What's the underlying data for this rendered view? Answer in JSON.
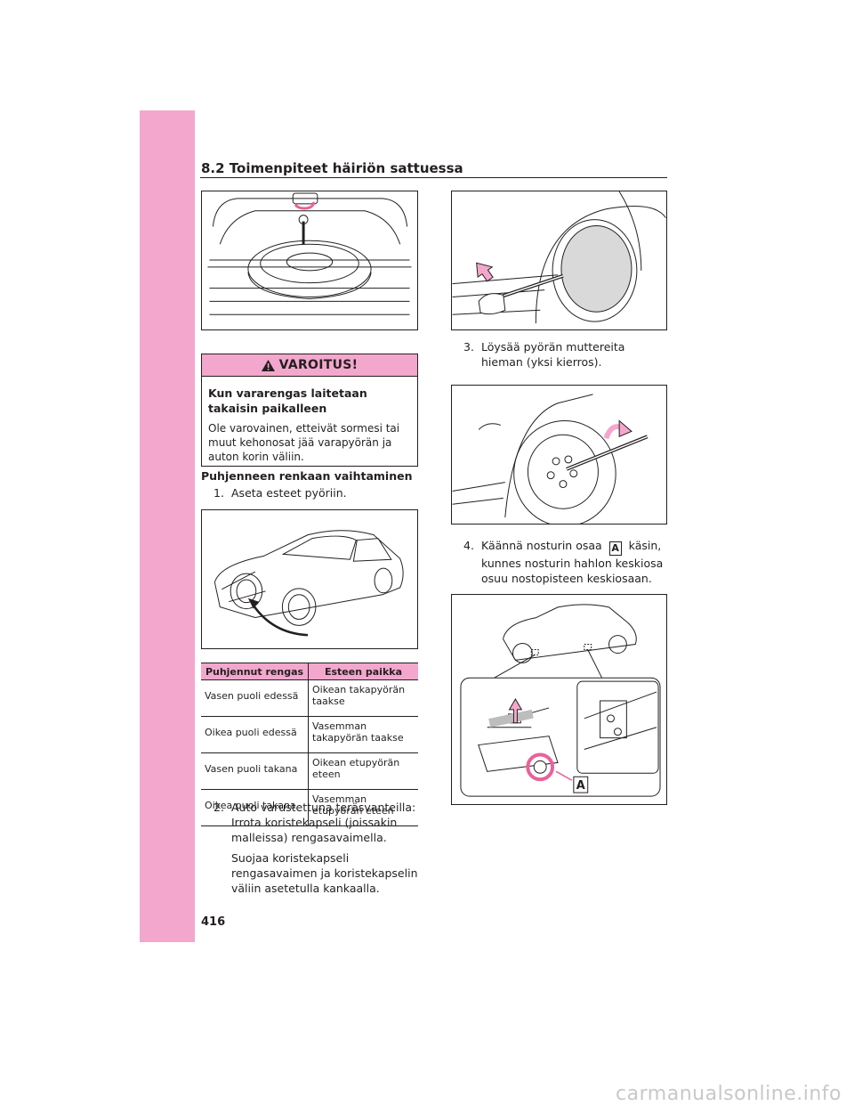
{
  "header": {
    "section_title": "8.2  Toimenpiteet häiriön sattuessa"
  },
  "warning": {
    "title": "VAROITUS!",
    "subtitle": "Kun vararengas laitetaan takaisin paikalleen",
    "body": "Ole varovainen, etteivät sormesi tai muut kehonosat jää varapyörän ja auton korin väliin."
  },
  "section_heading": "Puhjenneen renkaan vaihtaminen",
  "steps": {
    "s1": {
      "num": "1.",
      "text": "Aseta esteet pyöriin."
    },
    "s2": {
      "num": "2.",
      "text": "Auto varustettuna teräsvanteilla: Irrota koristekapseli (joissakin malleissa) rengasavaimella.",
      "text2": "Suojaa koristekapseli rengasavaimen ja koristekapselin väliin asetetulla kankaalla."
    },
    "s3": {
      "num": "3.",
      "text": "Löysää pyörän muttereita hieman (yksi kierros)."
    },
    "s4": {
      "num": "4.",
      "text_before": "Käännä nosturin osaa",
      "badge": "A",
      "text_after": "käsin, kunnes nosturin hahlon keskiosa osuu nostopisteen keskiosaan."
    }
  },
  "table": {
    "headers": [
      "Puhjennut rengas",
      "Esteen paikka"
    ],
    "rows": [
      [
        "Vasen puoli edessä",
        "Oikean takapyörän taakse"
      ],
      [
        "Oikea puoli edessä",
        "Vasemman takapyörän taakse"
      ],
      [
        "Vasen puoli takana",
        "Oikean etupyörän eteen"
      ],
      [
        "Oikea puoli takana",
        "Vasemman etupyörän eteen"
      ]
    ]
  },
  "figures": {
    "jack_label": "A"
  },
  "page_number": "416",
  "watermark": "carmanualsonline.info",
  "colors": {
    "accent_pink": "#f4a7cd",
    "ink": "#231f20",
    "arrow_pink": "#e8629b"
  }
}
